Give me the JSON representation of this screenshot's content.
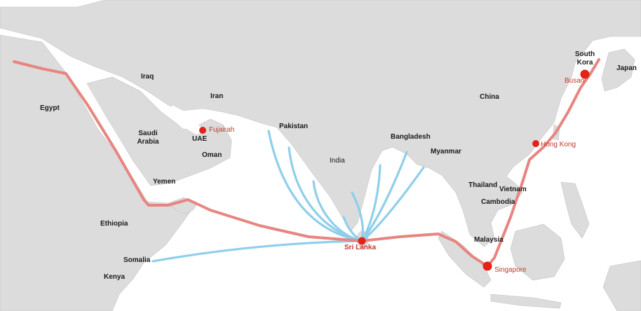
{
  "colors": {
    "sea": "#ffffff",
    "land": "#dcdcdc",
    "land_edge": "#c4c4c4",
    "main_route": "#e88580",
    "feeder_route": "#8fcfea",
    "port": "#e2231a",
    "country_text": "#1a1a1a",
    "port_text": "#c0392b"
  },
  "countries": {
    "egypt": "Egypt",
    "iraq": "Iraq",
    "iran": "Iran",
    "saudi_arabia": "Saudi\nArabia",
    "uae": "UAE",
    "oman": "Oman",
    "yemen": "Yemen",
    "ethiopia": "Ethiopia",
    "somalia": "Somalia",
    "kenya": "Kenya",
    "pakistan": "Pakistan",
    "india": "India",
    "bangladesh": "Bangladesh",
    "myanmar": "Myanmar",
    "china": "China",
    "thailand": "Thailand",
    "vietnam": "Vietnam",
    "cambodia": "Cambodia",
    "malaysia": "Malaysia",
    "south_korea": "South\nKora",
    "japan": "Japan"
  },
  "ports": {
    "fujairah": "Fujairah",
    "sri_lanka": "Sri Lanka",
    "singapore": "Singapore",
    "hong_kong": "Hong Kong",
    "busan": "Busan"
  },
  "routes": {
    "main": "Main East–West route",
    "feeders": "Feeder routes from Sri Lanka"
  }
}
